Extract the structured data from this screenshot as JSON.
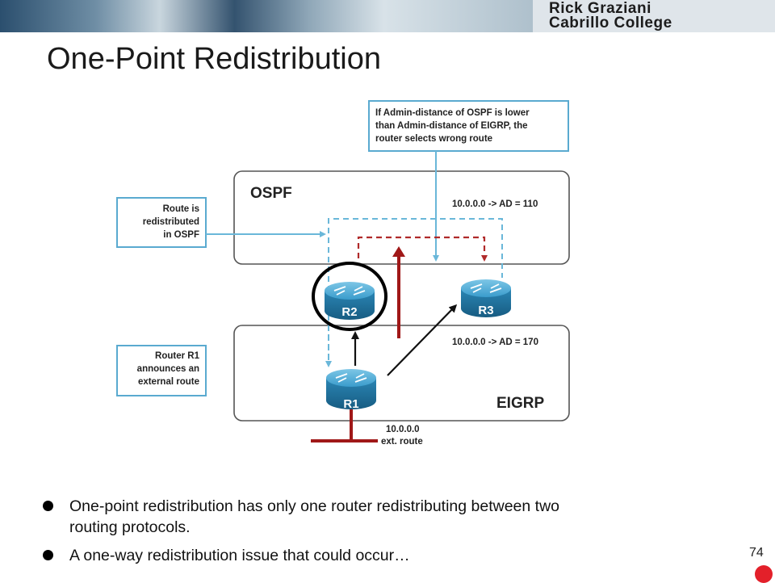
{
  "header": {
    "line1": "Rick Graziani",
    "line2": "Cabrillo College"
  },
  "title": "One-Point Redistribution",
  "diagram": {
    "callout_top": [
      "If Admin-distance of OSPF is lower",
      "than Admin-distance of EIGRP, the",
      "router selects wrong route"
    ],
    "callout_left_top": [
      "Route is",
      "redistributed",
      "in OSPF"
    ],
    "callout_left_bottom": [
      "Router R1",
      "announces an",
      "external route"
    ],
    "ospf_label": "OSPF",
    "eigrp_label": "EIGRP",
    "ospf_route": "10.0.0.0 -> AD = 110",
    "eigrp_route": "10.0.0.0 -> AD = 170",
    "routers": [
      "R2",
      "R3",
      "R1"
    ],
    "ext_route": [
      "10.0.0.0",
      "ext. route"
    ],
    "colors": {
      "callout_border": "#5aaad0",
      "dashed_blue": "#6ab7d9",
      "dashed_red": "#b02a2a",
      "arrow_red": "#a01818",
      "router": "#2e8fbf",
      "highlight": "#000000"
    }
  },
  "bullets": [
    [
      "One-point redistribution has only one router redistributing between two",
      "routing protocols."
    ],
    [
      "A one-way redistribution issue that could occur…"
    ]
  ],
  "page_number": "74"
}
